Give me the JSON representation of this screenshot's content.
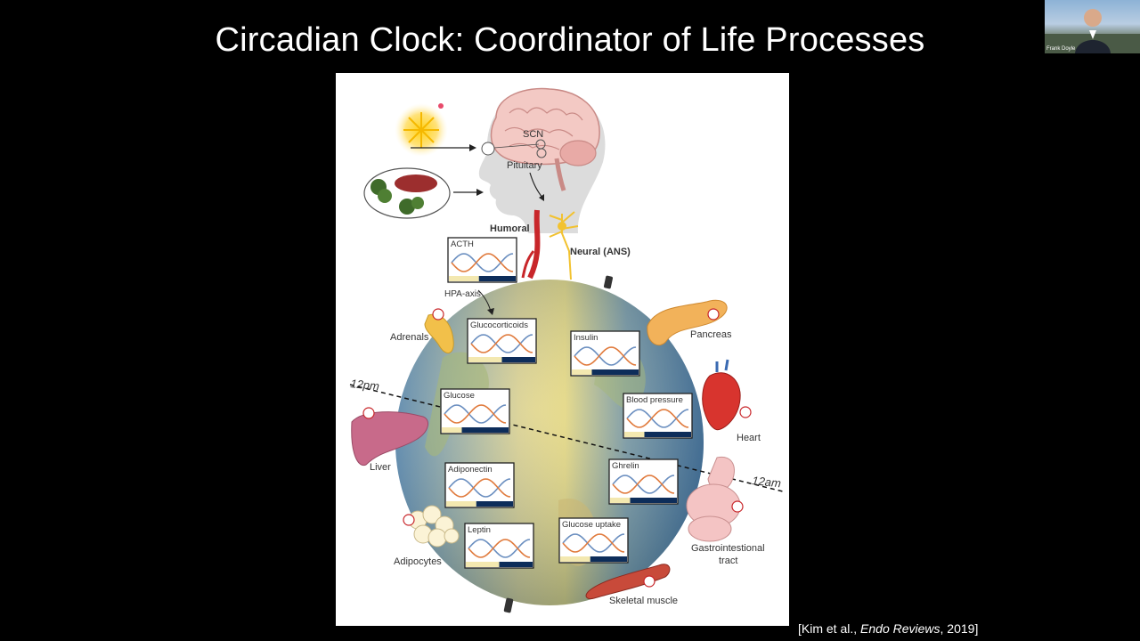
{
  "slide": {
    "title": "Circadian Clock: Coordinator of Life Processes"
  },
  "citation": {
    "prefix": "[Kim et al., ",
    "journal": "Endo Reviews",
    "suffix": ", 2019]"
  },
  "video": {
    "participant_name": "Frank Doyle"
  },
  "figure": {
    "labels": {
      "scn": "SCN",
      "pituitary": "Pituitary",
      "humoral": "Humoral",
      "neural": "Neural (ANS)",
      "hpa_axis": "HPA-axis",
      "adrenals": "Adrenals",
      "pancreas": "Pancreas",
      "heart": "Heart",
      "liver": "Liver",
      "adipocytes": "Adipocytes",
      "skeletal_muscle": "Skeletal muscle",
      "gi_line1": "Gastrointestional",
      "gi_line2": "tract",
      "time_12pm": "12pm",
      "time_12am": "12am"
    },
    "boxes": {
      "acth": "ACTH",
      "glucocorticoids": "Glucocorticoids",
      "insulin": "Insulin",
      "glucose": "Glucose",
      "blood_pressure": "Blood pressure",
      "adiponectin": "Adiponectin",
      "ghrelin": "Ghrelin",
      "leptin": "Leptin",
      "glucose_uptake": "Glucose uptake"
    },
    "colors": {
      "wave_blue": "#6b8fc0",
      "wave_orange": "#e07a3c",
      "bar_dark": "#0d2d5a",
      "bar_light": "#f3e8b0"
    }
  }
}
